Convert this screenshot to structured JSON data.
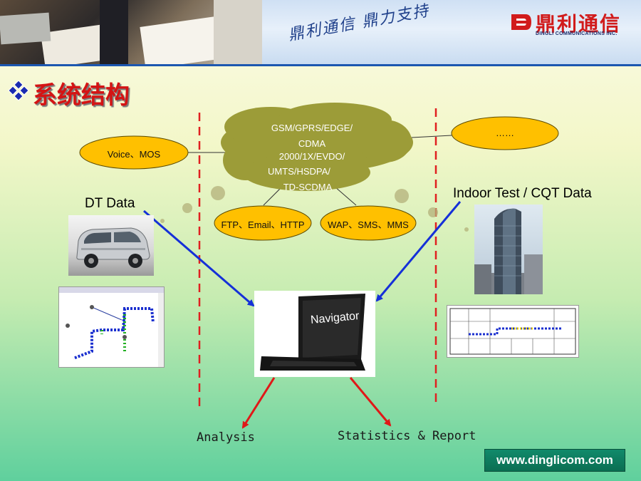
{
  "header": {
    "slogan": "鼎利通信 鼎力支持",
    "logo_name": "鼎利通信",
    "logo_sub": "DINGLI COMMUNICATIONS INC."
  },
  "title": "系统结构",
  "cloud": {
    "lines": [
      "GSM/GPRS/EDGE/",
      "CDMA",
      "2000/1X/EVDO/",
      "UMTS/HSDPA/",
      "TD-SCDMA"
    ]
  },
  "ovals": {
    "voice": "Voice、MOS",
    "other": "……",
    "ftp": "FTP、Email、HTTP",
    "wap": "WAP、SMS、MMS"
  },
  "labels": {
    "dt_data": "DT Data",
    "indoor": "Indoor Test / CQT Data",
    "navigator": "Navigator",
    "analysis": "Analysis",
    "statistics": "Statistics & Report"
  },
  "website": "www.dinglicom.com",
  "colors": {
    "title_red": "#d41414",
    "cloud_olive": "#9c9c38",
    "oval_yellow": "#ffc000",
    "dashed_red": "#e02020",
    "arrow_blue": "#1530d8",
    "arrow_red": "#e01818",
    "footer_green": "#0b6e52"
  },
  "icons": [
    "diamond-bullet-icon",
    "dingli-logo-icon"
  ]
}
